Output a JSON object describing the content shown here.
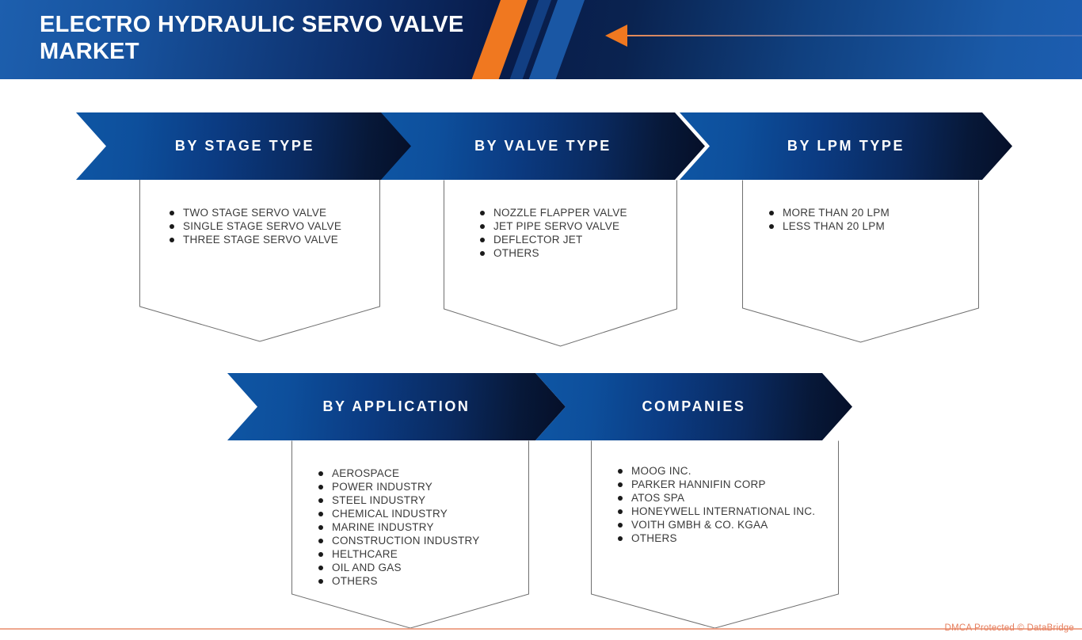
{
  "header": {
    "title": "ELECTRO HYDRAULIC SERVO VALVE MARKET",
    "accent_orange": "#f07820",
    "navy": "#081b49",
    "blue": "#1a5aa8"
  },
  "sections": [
    {
      "id": "stage-type",
      "banner_label": "BY STAGE TYPE",
      "items": [
        "TWO STAGE SERVO VALVE",
        "SINGLE STAGE SERVO VALVE",
        "THREE STAGE SERVO VALVE"
      ]
    },
    {
      "id": "valve-type",
      "banner_label": "BY VALVE TYPE",
      "items": [
        "NOZZLE FLAPPER VALVE",
        "JET PIPE SERVO VALVE",
        "DEFLECTOR JET",
        "OTHERS"
      ]
    },
    {
      "id": "lpm-type",
      "banner_label": "BY LPM TYPE",
      "items": [
        "MORE THAN 20 LPM",
        "LESS THAN 20 LPM"
      ]
    },
    {
      "id": "application",
      "banner_label": "BY APPLICATION",
      "items": [
        "AEROSPACE",
        "POWER INDUSTRY",
        "STEEL INDUSTRY",
        "CHEMICAL INDUSTRY",
        "MARINE INDUSTRY",
        "CONSTRUCTION INDUSTRY",
        "HELTHCARE",
        "OIL AND GAS",
        "OTHERS"
      ]
    },
    {
      "id": "companies",
      "banner_label": "COMPANIES",
      "items": [
        "MOOG INC.",
        "PARKER HANNIFIN CORP",
        "ATOS SPA",
        "HONEYWELL INTERNATIONAL INC.",
        "VOITH GMBH & CO. KGAA",
        "OTHERS"
      ]
    }
  ],
  "footer": {
    "copyright": "DMCA Protected © DataBridge",
    "line_color": "#efa68e",
    "text_color": "#e6805f"
  }
}
